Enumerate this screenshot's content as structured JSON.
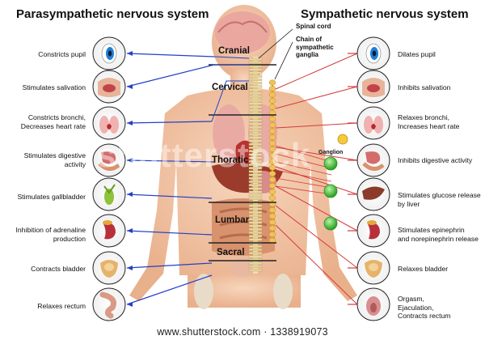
{
  "titles": {
    "left": "Parasympathetic nervous system",
    "right": "Sympathetic nervous system"
  },
  "labels": {
    "spinal_cord": "Spinal cord",
    "chain": "Chain of\nsympathetic\nganglia",
    "ganglion": "Ganglion"
  },
  "sections": [
    "Cranial",
    "Cervical",
    "Thoratic",
    "Lumbar",
    "Sacral"
  ],
  "parasympathetic": [
    "Constricts pupil",
    "Stimulates salivation",
    "Constricts bronchi,\nDecreases heart rate",
    "Stimulates digestive\nactivity",
    "Stimulates gallbladder",
    "Inhibition of adrenaline\nproduction",
    "Contracts bladder",
    "Relaxes rectum"
  ],
  "sympathetic": [
    "Dilates pupil",
    "Inhibits salivation",
    "Relaxes bronchi,\nIncreases heart rate",
    "Inhibits digestive activity",
    "Stimulates glucose release\nby liver",
    "Stimulates epinephrin\nand norepinephrin release",
    "Relaxes bladder",
    "Orgasm,\nEjaculation,\nContracts rectum"
  ],
  "organ_icons_left": [
    "eye-icon",
    "mouth-icon",
    "lungs-icon",
    "stomach-icon",
    "gallbladder-icon",
    "kidney-icon",
    "bladder-icon",
    "rectum-icon"
  ],
  "organ_icons_right": [
    "eye-icon",
    "mouth-icon",
    "lungs-icon",
    "stomach-icon",
    "liver-icon",
    "kidney-icon",
    "bladder-icon",
    "genitals-icon"
  ],
  "footer": "www.shutterstock.com · 1338919073",
  "watermark": "shutterstock",
  "colors": {
    "parasympathetic_line": "#2340c8",
    "sympathetic_line": "#d43a3a",
    "skin": "#f2c7a6",
    "ganglion": "#4cc83c",
    "chain": "#e3a93a"
  }
}
